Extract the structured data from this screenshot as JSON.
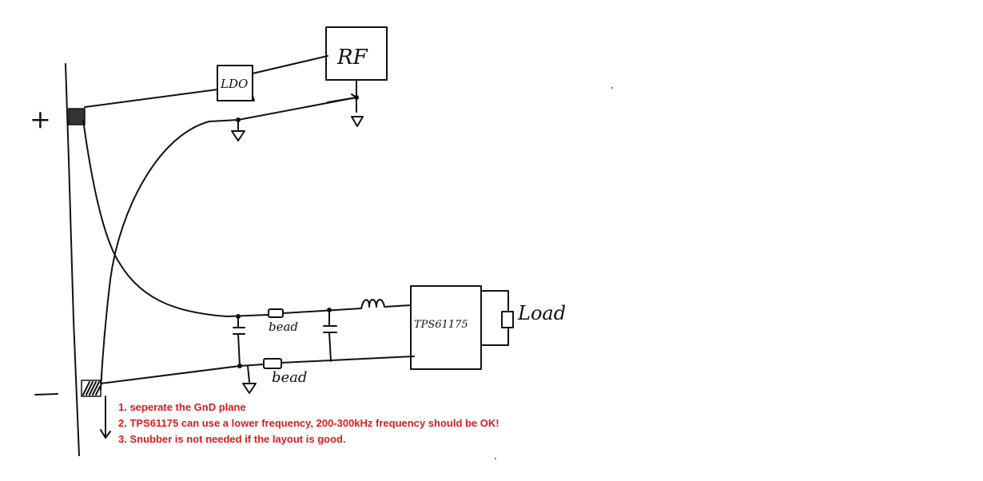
{
  "labels": {
    "plus": "+",
    "minus": "—",
    "ldo": "LDO",
    "rf": "RF",
    "bead_top": "bead",
    "bead_bottom": "bead",
    "chip": "TPS61175",
    "load": "Load"
  },
  "notes": [
    "1. seperate the GnD plane",
    "2. TPS61175 can use a lower frequency, 200-300kHz frequency should be OK!",
    "3. Snubber is not needed if the layout is good."
  ],
  "colors": {
    "ink": "#111111",
    "note_text": "#e0191b"
  }
}
